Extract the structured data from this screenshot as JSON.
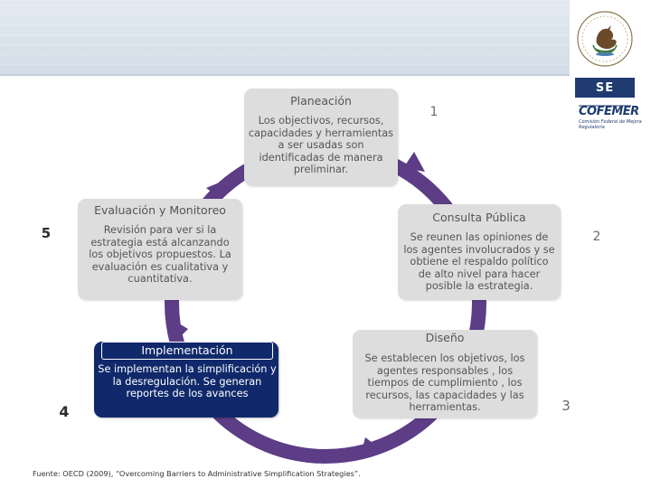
{
  "branding": {
    "se_label": "SE",
    "cofemer_label": "COFEMER",
    "cofemer_subtitle": "Comisión Federal de Mejora Regulatoria",
    "seal_icon": "mexico-coat-of-arms-icon"
  },
  "colors": {
    "accent_purple": "#5c3d86",
    "box_gray": "#dddddd",
    "highlight_navy": "#10296b",
    "text_gray": "#555555"
  },
  "stages": {
    "planeacion": {
      "number": "1",
      "title": "Planeación",
      "body": "Los objectivos, recursos, capacidades y herramientas a ser usadas son identificadas de manera preliminar."
    },
    "consulta": {
      "number": "2",
      "title": "Consulta Pública",
      "body": "Se reunen las opiniones de los agentes involucrados y se obtiene el respaldo político de alto nivel para hacer posible la estrategia."
    },
    "diseno": {
      "number": "3",
      "title": "Diseño",
      "body": "Se establecen los objetivos, los agentes responsables , los tiempos de cumplimiento , los recursos, las capacidades y las herramientas."
    },
    "implementacion": {
      "number": "4",
      "title": "Implementación",
      "body": "Se implementan la simplificación y la desregulación. Se generan reportes de los avances"
    },
    "evaluacion": {
      "number": "5",
      "title": "Evaluación y Monitoreo",
      "body": "Revisión para ver si la estrategia está alcanzando los objetivos propuestos. La evaluación es cualitativa y cuantitativa."
    }
  },
  "footer": {
    "source": "Fuente: OECD (2009), “Overcoming Barriers to Administrative Simplification Strategies”."
  }
}
